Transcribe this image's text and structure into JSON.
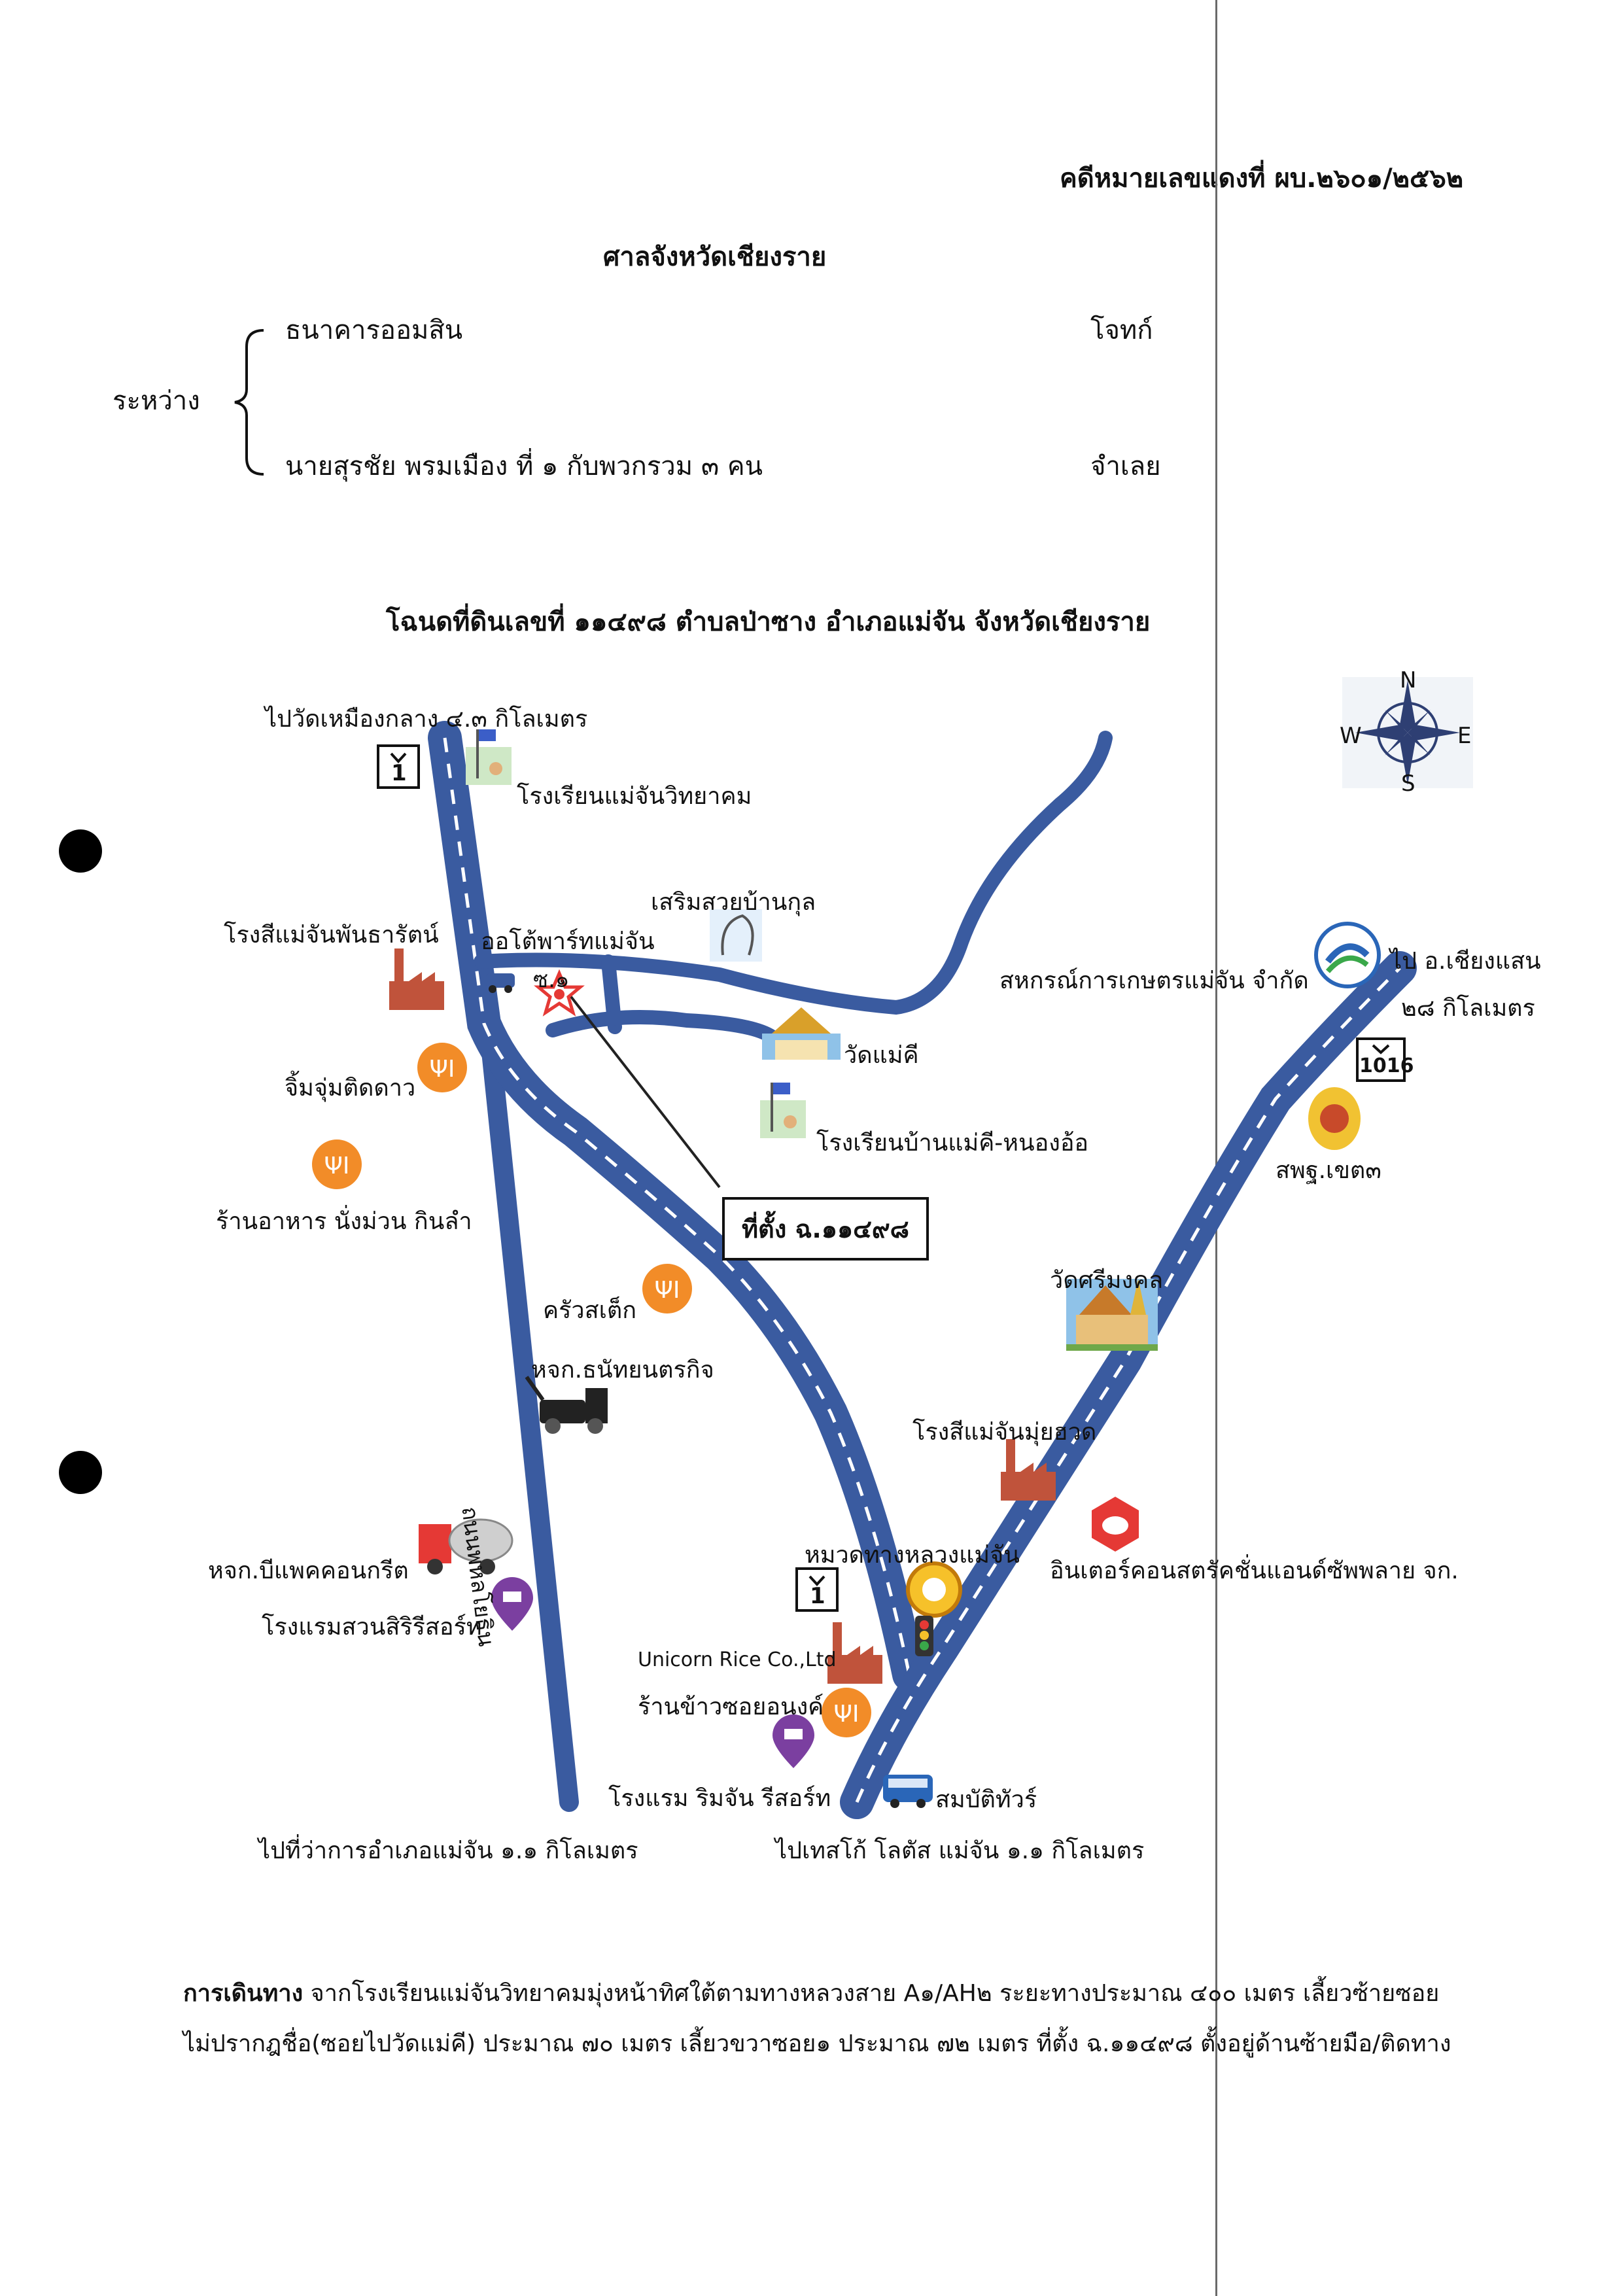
{
  "case": {
    "red_number": "คดีหมายเลขแดงที่ ผบ.๒๖๐๑/๒๕๖๒"
  },
  "court": "ศาลจังหวัดเชียงราย",
  "parties": {
    "between_label": "ระหว่าง",
    "plaintiff_name": "ธนาคารออมสิน",
    "plaintiff_role": "โจทก์",
    "defendant_name": "นายสุรชัย  พรมเมือง ที่ ๑ กับพวกรวม ๓ คน",
    "defendant_role": "จำเลย"
  },
  "map_title": "โฉนดที่ดินเลขที่ ๑๑๔๙๘ ตำบลป่าซาง อำเภอแม่จัน จังหวัดเชียงราย",
  "compass": {
    "n": "N",
    "s": "S",
    "e": "E",
    "w": "W"
  },
  "map_labels": {
    "to_wat_mueang_klang": "ไปวัดเหมืองกลาง ๔.๓ กิโลเมตร",
    "school_maechan": "โรงเรียนแม่จันวิทยาคม",
    "mill_phanthara": "โรงสีแม่จันพันธารัตน์",
    "autopart": "ออโต้พาร์ทแม่จัน",
    "soi_1": "ซ.๑",
    "salon": "เสริมสวยบ้านกุล",
    "coop": "สหกรณ์การเกษตรแม่จัน จำกัด",
    "to_chiang_saen_1": "ไป อ.เชียงแสน",
    "to_chiang_saen_2": "๒๘ กิโลเมตร",
    "wat_mae_khi": "วัดแม่คี",
    "school_mae_khi": "โรงเรียนบ้านแม่คี-หนองอ้อ",
    "jimjum": "จิ้มจุ่มติดดาว",
    "restaurant_nangman": "ร้านอาหาร นั่งม่วน กินลำ",
    "location_box": "ที่ตั้ง ฉ.๑๑๔๙๘",
    "edu_office": "สพฐ.เขต๓",
    "wat_sri_mongkol": "วัดศรีมงคล",
    "krua_sadek": "ครัวสเต็ก",
    "tow_thanya": "หจก.ธนัทยนตรกิจ",
    "road_name": "ถนนพหลโยธิน",
    "mill_muiheng": "โรงสีแม่จันมุ่ยฮวด",
    "concrete": "หจก.บีแพคคอนกรีต",
    "highway_district": "หมวดทางหลวงแม่จัน",
    "intercon": "อินเตอร์คอนสตรัคชั่นแอนด์ซัพพลาย จก.",
    "resort_suan": "โรงแรมสวนสิริรีสอร์ท",
    "unicorn": "Unicorn Rice Co.,Ltd",
    "khao_soi": "ร้านข้าวซอยอนงค์",
    "riverside_hotel": "โรงแรม ริมจัน รีสอร์ท",
    "sombat_tour": "สมบัติทัวร์",
    "to_district_office": "ไปที่ว่าการอำเภอแม่จัน ๑.๑ กิโลเมตร",
    "to_tesco": "ไปเทสโก้ โลตัส แม่จัน ๑.๑ กิโลเมตร",
    "shield_1a": "1",
    "shield_1b": "1",
    "shield_1016": "1016"
  },
  "directions": {
    "label": "การเดินทาง",
    "line1": " จากโรงเรียนแม่จันวิทยาคมมุ่งหน้าทิศใต้ตามทางหลวงสาย A๑/AH๒ ระยะทางประมาณ ๔๐๐ เมตร เลี้ยวซ้ายซอย",
    "line2": "ไม่ปรากฎชื่อ(ซอยไปวัดแม่คี) ประมาณ ๗๐ เมตร เลี้ยวขวาซอย๑ ประมาณ ๗๒ เมตร ที่ตั้ง ฉ.๑๑๔๙๘ ตั้งอยู่ด้านซ้ายมือ/ติดทาง"
  },
  "colors": {
    "road": "#3a5ba0",
    "marker": "#f28c28",
    "pin": "#7b3fa0",
    "location": "#e53935"
  },
  "icons": [
    "school-icon",
    "factory-icon",
    "restaurant-icon",
    "salon-icon",
    "temple-icon",
    "coop-logo-icon",
    "star-location-icon",
    "edu-office-logo-icon",
    "tow-truck-icon",
    "concrete-truck-icon",
    "hotel-pin-icon",
    "traffic-light-icon",
    "bus-icon",
    "elephant-icon",
    "compass-icon"
  ]
}
